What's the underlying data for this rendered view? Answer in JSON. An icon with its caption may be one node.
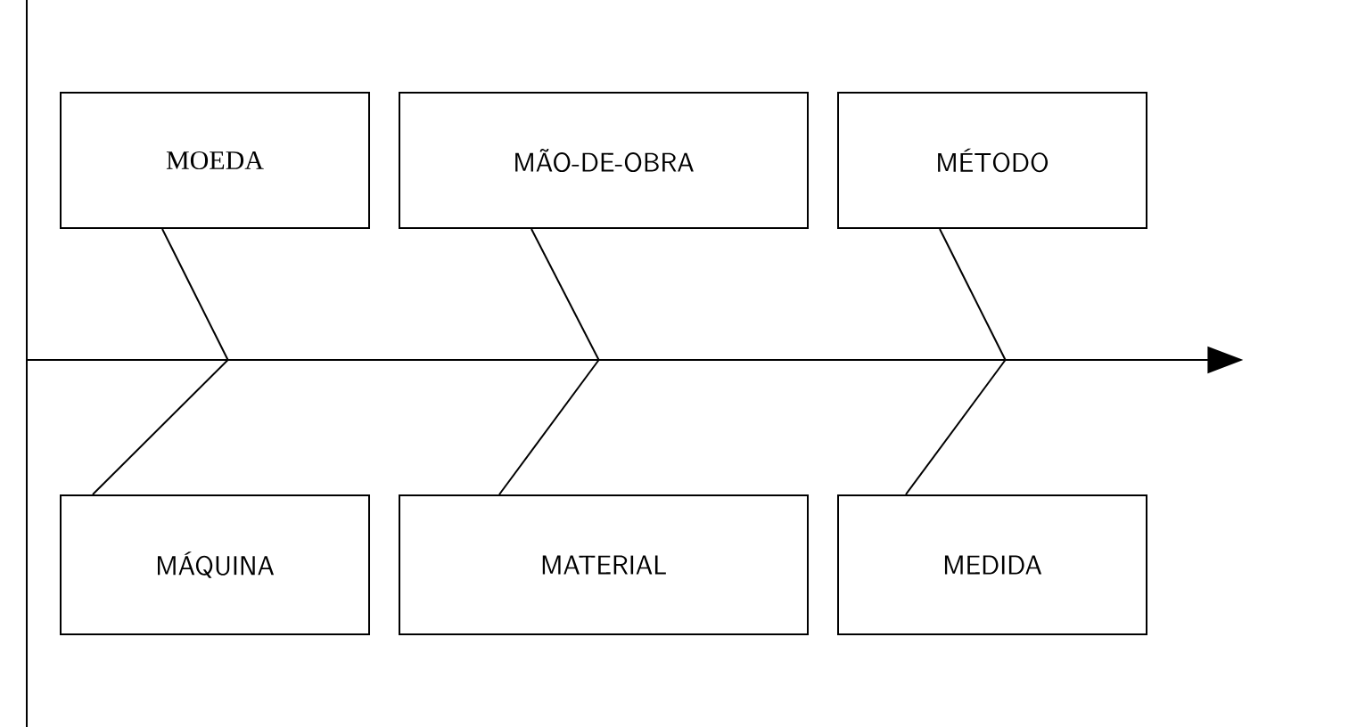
{
  "diagram": {
    "nodes": [
      {
        "text": [
          "MOEDA"
        ]
      },
      {
        "text": [
          "MÃO-DE-OBRA"
        ]
      },
      {
        "text": [
          "MÉTODO"
        ]
      },
      {
        "text": [
          "MÁQUINA"
        ]
      },
      {
        "text": [
          "MATERIAL"
        ]
      },
      {
        "text": [
          "MEDIDA"
        ]
      },
      {
        "text": [],
        "shape": "arrow"
      }
    ],
    "edges": [
      {
        "from": 0,
        "to": 6,
        "arrow": "none"
      },
      {
        "from": 1,
        "to": 6,
        "arrow": "none"
      },
      {
        "from": 2,
        "to": 6,
        "arrow": "none"
      },
      {
        "from": 3,
        "to": 6,
        "arrow": "none"
      },
      {
        "from": 4,
        "to": 6,
        "arrow": "none"
      },
      {
        "from": 5,
        "to": 6,
        "arrow": "none"
      }
    ]
  }
}
